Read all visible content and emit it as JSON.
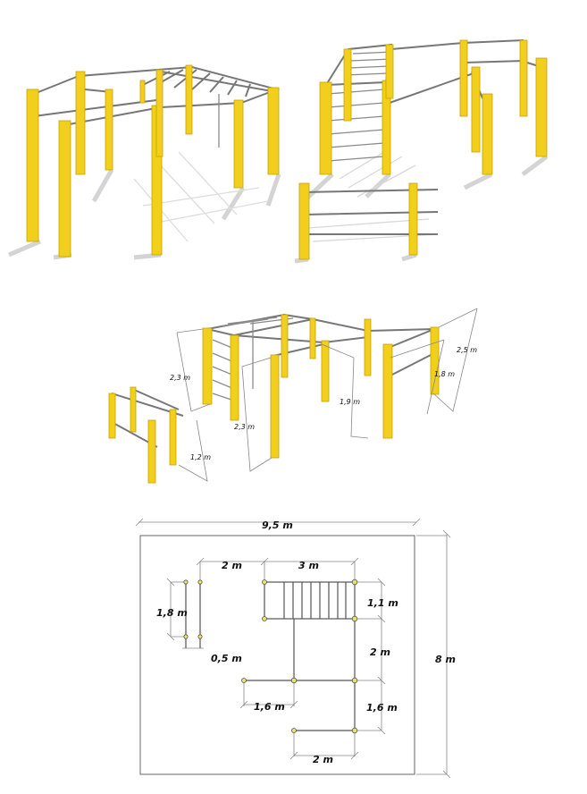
{
  "render_3d": {
    "dimensions": {
      "ladder_height": "2,3 m",
      "post_height": "2,3 m",
      "middle_bar_height": "1,9 m",
      "tall_bar_height": "2,5 m",
      "low_bar_height": "1,8 m",
      "parallel_bar_height": "1,2 m"
    }
  },
  "plan": {
    "overall_width": "9,5 m",
    "overall_depth": "8 m",
    "gap_left": "2 m",
    "ladder_length": "3 m",
    "parallel_length": "1,8 m",
    "ladder_width": "1,1 m",
    "segment_2": "2 m",
    "parallel_spacing": "0,5 m",
    "bar_left": "1,6 m",
    "segment_right": "1,6 m",
    "bar_bottom": "2 m"
  },
  "colors": {
    "post": "#f2cf1d",
    "bar": "#777777"
  }
}
